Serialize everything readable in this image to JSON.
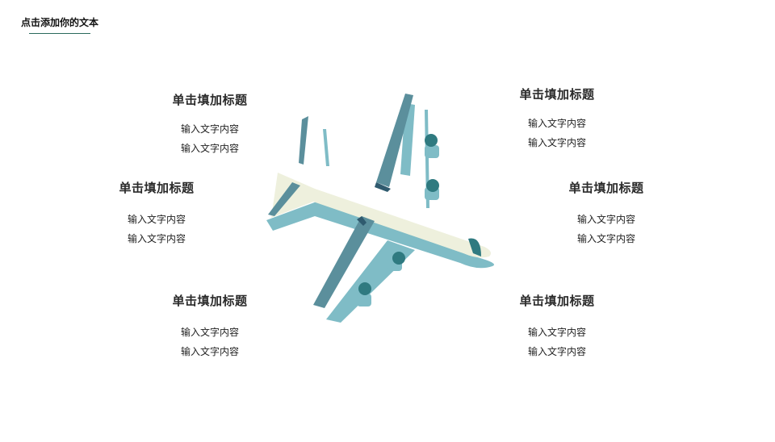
{
  "page": {
    "title": "点击添加你的文本"
  },
  "blocks": [
    {
      "id": "top-left",
      "heading": "单击填加标题",
      "lines": [
        "输入文字内容",
        "输入文字内容"
      ]
    },
    {
      "id": "mid-left",
      "heading": "单击填加标题",
      "lines": [
        "输入文字内容",
        "输入文字内容"
      ]
    },
    {
      "id": "bottom-left",
      "heading": "单击填加标题",
      "lines": [
        "输入文字内容",
        "输入文字内容"
      ]
    },
    {
      "id": "top-right",
      "heading": "单击填加标题",
      "lines": [
        "输入文字内容",
        "输入文字内容"
      ]
    },
    {
      "id": "mid-right",
      "heading": "单击填加标题",
      "lines": [
        "输入文字内容",
        "输入文字内容"
      ]
    },
    {
      "id": "bottom-right",
      "heading": "单击填加标题",
      "lines": [
        "输入文字内容",
        "输入文字内容"
      ]
    }
  ],
  "illustration": {
    "icon": "airplane-icon"
  },
  "colors": {
    "teal_shadow": "#7fbcc6",
    "teal_dark": "#5b8f9c",
    "navy": "#2f5a6e",
    "cream": "#eef0dd",
    "accent_line": "#2a6a5c"
  }
}
